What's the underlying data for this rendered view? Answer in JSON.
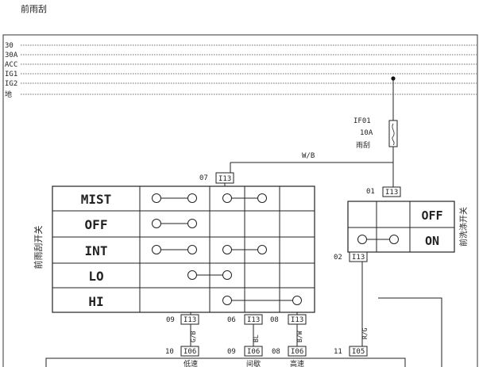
{
  "title": "前雨刮",
  "rails": [
    "30",
    "30A",
    "ACC",
    "IG1",
    "IG2",
    "地"
  ],
  "fuse": {
    "code": "IF01",
    "rating": "10A",
    "label": "雨刮"
  },
  "wire_wb": "W/B",
  "wire_gb": "G/B",
  "wire_bl": "BL",
  "wire_bw": "B/W",
  "wire_rg": "R/G",
  "wiper_switch": {
    "label": "前雨刮开关",
    "positions": [
      "MIST",
      "OFF",
      "INT",
      "LO",
      "HI"
    ],
    "top_pin": "07",
    "top_conn": "I13",
    "bottom_pins": [
      {
        "pin": "09",
        "conn": "I13"
      },
      {
        "pin": "06",
        "conn": "I13"
      },
      {
        "pin": "08",
        "conn": "I13"
      }
    ]
  },
  "washer_switch": {
    "label": "前洗涤开关",
    "states": [
      "OFF",
      "ON"
    ],
    "pin_top": "01",
    "conn_top": "I13",
    "pin_bottom": "02",
    "conn_bottom": "I13"
  },
  "lower_connectors": [
    {
      "pin": "10",
      "conn": "I06"
    },
    {
      "pin": "09",
      "conn": "I06"
    },
    {
      "pin": "08",
      "conn": "I06"
    },
    {
      "pin": "11",
      "conn": "I05"
    }
  ],
  "lower_labels": [
    "低速",
    "间歇",
    "高速"
  ]
}
